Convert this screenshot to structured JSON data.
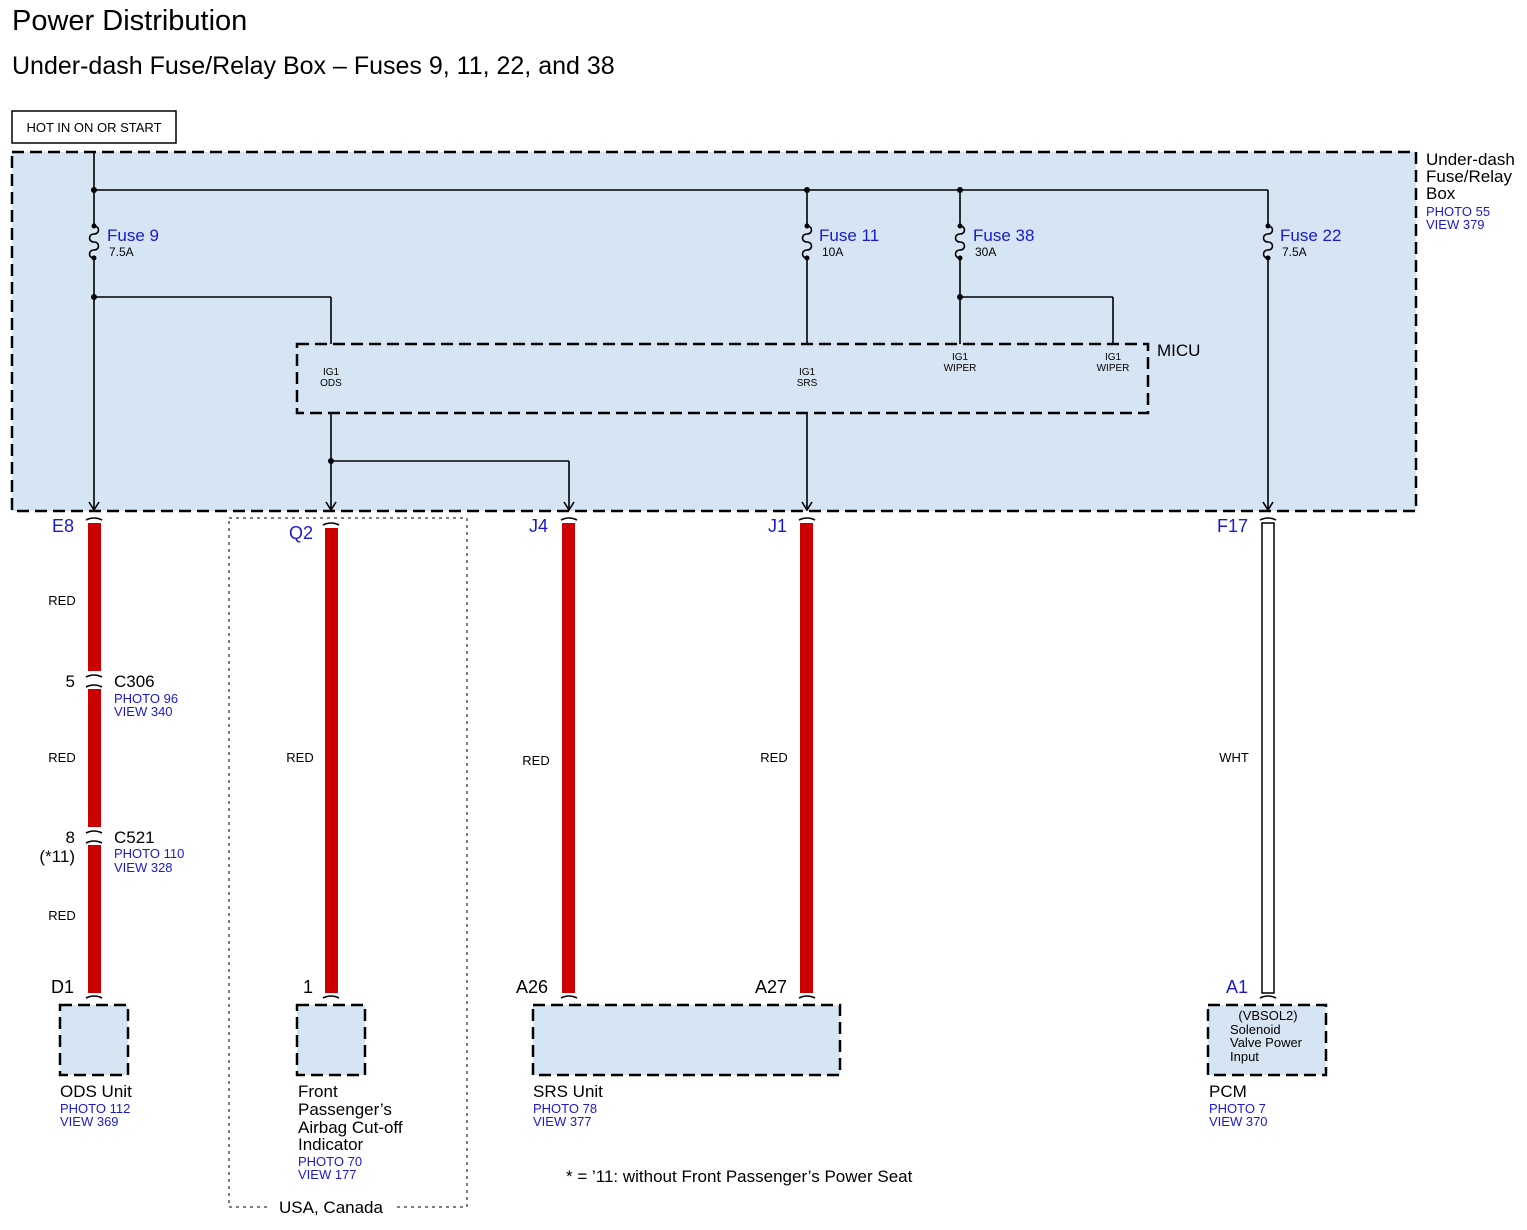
{
  "header": {
    "title": "Power Distribution",
    "subtitle": "Under-dash Fuse/Relay Box – Fuses 9, 11, 22, and 38",
    "power_label": "HOT IN ON OR START"
  },
  "fuse_box": {
    "name_line1": "Under-dash",
    "name_line2": "Fuse/Relay",
    "name_line3": "Box",
    "photo": "PHOTO 55",
    "view": "VIEW 379",
    "fill_color": "#d6e5f3"
  },
  "fuses": [
    {
      "name": "Fuse 9",
      "rating": "7.5A"
    },
    {
      "name": "Fuse 11",
      "rating": "10A"
    },
    {
      "name": "Fuse 38",
      "rating": "30A"
    },
    {
      "name": "Fuse 22",
      "rating": "7.5A"
    }
  ],
  "micu": {
    "name": "MICU",
    "pins": [
      {
        "line1": "IG1",
        "line2": "ODS"
      },
      {
        "line1": "IG1",
        "line2": "SRS"
      },
      {
        "line1": "IG1",
        "line2": "WIPER"
      },
      {
        "line1": "IG1",
        "line2": "WIPER"
      }
    ]
  },
  "terminals": [
    "E8",
    "Q2",
    "J4",
    "J1",
    "F17"
  ],
  "wires": {
    "red": "RED",
    "wht": "WHT",
    "red_color": "#cc0000",
    "wht_color": "#ffffff"
  },
  "connectors": [
    {
      "pin": "5",
      "name": "C306",
      "photo": "PHOTO 96",
      "view": "VIEW 340"
    },
    {
      "pin": "8",
      "note": "(*11)",
      "name": "C521",
      "photo": "PHOTO 110",
      "view": "VIEW 328"
    }
  ],
  "components": [
    {
      "pin": "D1",
      "name": "ODS Unit",
      "photo": "PHOTO 112",
      "view": "VIEW 369"
    },
    {
      "pin": "1",
      "name_line1": "Front",
      "name_line2": "Passenger’s",
      "name_line3": "Airbag Cut-off",
      "name_line4": "Indicator",
      "photo": "PHOTO 70",
      "view": "VIEW 177"
    },
    {
      "pin_a": "A26",
      "pin_b": "A27",
      "name": "SRS Unit",
      "photo": "PHOTO 78",
      "view": "VIEW 377"
    },
    {
      "pin": "A1",
      "name": "PCM",
      "photo": "PHOTO 7",
      "view": "VIEW 370",
      "inner_line1": "(VBSOL2)",
      "inner_line2": "Solenoid",
      "inner_line3": "Valve Power",
      "inner_line4": "Input"
    }
  ],
  "region_label": "USA, Canada",
  "footnote": "* = ’11: without Front Passenger’s Power Seat"
}
